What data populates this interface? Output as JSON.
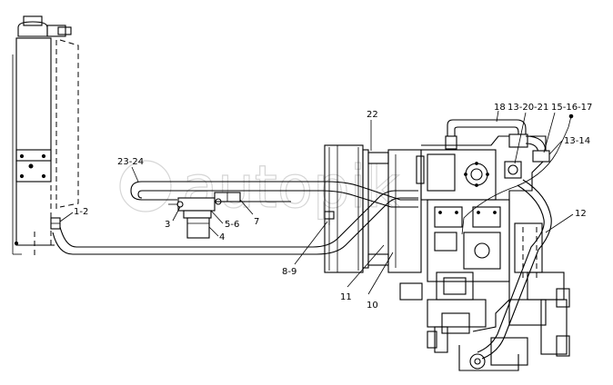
{
  "labels": {
    "l_1_2": "1-2",
    "l_3": "3",
    "l_4": "4",
    "l_5_6": "5-6",
    "l_7": "7",
    "l_8_9": "8-9",
    "l_10": "10",
    "l_11": "11",
    "l_12": "12",
    "l_13_14": "13-14",
    "l_13_20_21": "13-20-21",
    "l_15_16_17": "15-16-17",
    "l_18": "18",
    "l_22": "22",
    "l_23_24": "23-24"
  },
  "watermark": "autopik"
}
